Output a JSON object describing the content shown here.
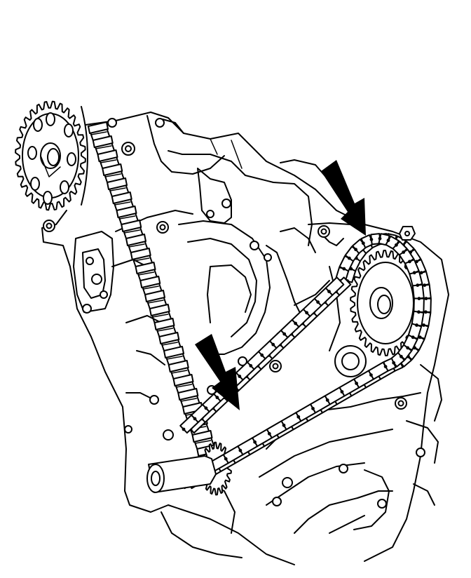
{
  "figure": {
    "callouts": [
      {
        "name": "arrow-upper-right",
        "points_to": "cam-sprocket-chain-wrap"
      },
      {
        "name": "arrow-lower-center",
        "points_to": "timing-chain-lower-run"
      }
    ]
  },
  "colors": {
    "line": "#000000",
    "background": "#ffffff"
  },
  "icons": [
    "arrow-icon"
  ]
}
